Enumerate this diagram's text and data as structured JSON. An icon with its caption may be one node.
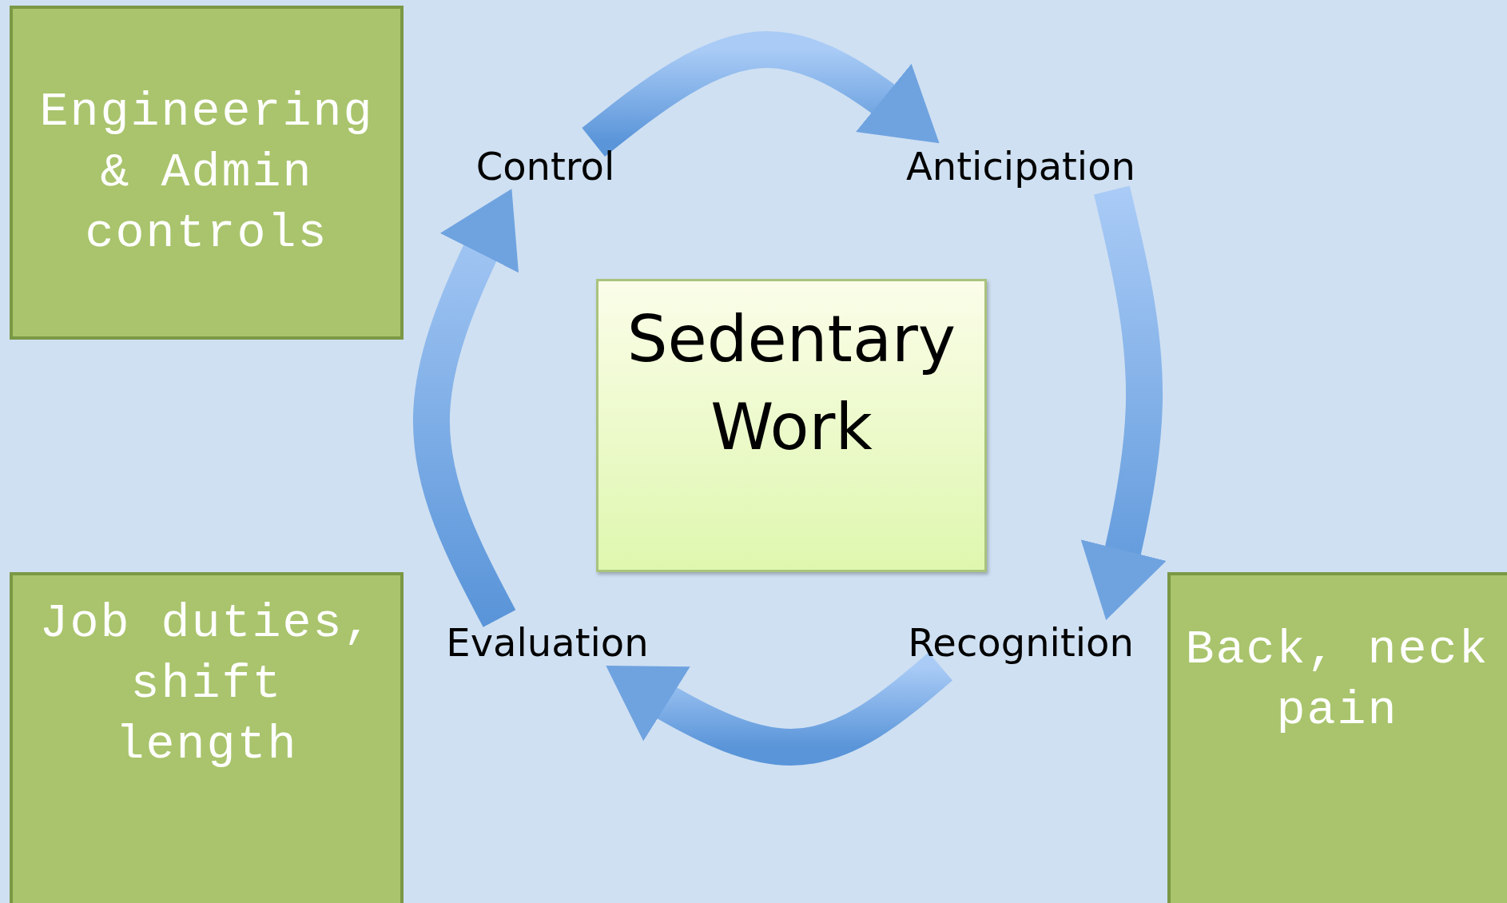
{
  "diagram": {
    "nodes": [
      {
        "text": [
          "Engineering & Admin controls"
        ]
      },
      {
        "text": [
          "Control"
        ]
      },
      {
        "text": [
          "Anticipation"
        ]
      },
      {
        "text": [
          "Sedentary Work"
        ]
      },
      {
        "text": [
          "Recognition"
        ]
      },
      {
        "text": [
          "Evaluation"
        ]
      },
      {
        "text": [
          "Job duties, shift length"
        ]
      },
      {
        "text": [
          "Back, neck pain"
        ]
      }
    ],
    "edges": [
      {
        "from": 1,
        "to": 2,
        "arrow": "to"
      },
      {
        "from": 2,
        "to": 4,
        "arrow": "to"
      },
      {
        "from": 4,
        "to": 5,
        "arrow": "to"
      },
      {
        "from": 5,
        "to": 1,
        "arrow": "to"
      }
    ]
  }
}
